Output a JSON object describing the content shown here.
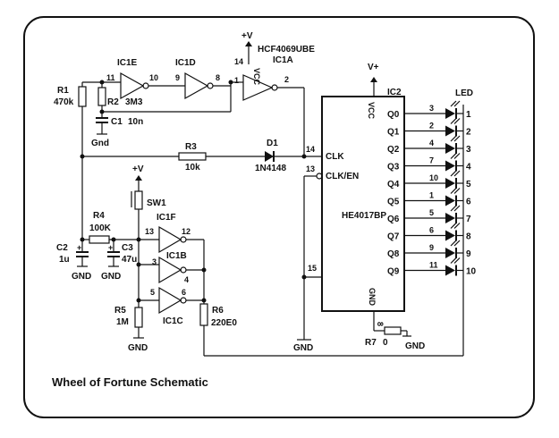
{
  "title": "Wheel of Fortune Schematic",
  "supply_plus_v": "+V",
  "supply_v_plus": "V+",
  "vcc": "VCC",
  "gnd": "GND",
  "gnd_lower": "Gnd",
  "ic1_part": "HCF4069UBE",
  "gates": {
    "ic1a": {
      "name": "IC1A",
      "in": "1",
      "out": "2",
      "vcc_pin": "14"
    },
    "ic1d": {
      "name": "IC1D",
      "in": "9",
      "out": "8"
    },
    "ic1e": {
      "name": "IC1E",
      "in": "11",
      "out": "10"
    },
    "ic1f": {
      "name": "IC1F",
      "in": "13",
      "out": "12"
    },
    "ic1b": {
      "name": "IC1B",
      "in": "3",
      "out": "4"
    },
    "ic1c": {
      "name": "IC1C",
      "in": "5",
      "out": "6"
    }
  },
  "components": {
    "r1": {
      "name": "R1",
      "value": "470k"
    },
    "r2": {
      "name": "R2",
      "value": "3M3"
    },
    "c1": {
      "name": "C1",
      "value": "10n"
    },
    "r3": {
      "name": "R3",
      "value": "10k"
    },
    "d1": {
      "name": "D1",
      "value": "1N4148"
    },
    "sw1": {
      "name": "SW1"
    },
    "r4": {
      "name": "R4",
      "value": "100K"
    },
    "c2": {
      "name": "C2",
      "value": "1u"
    },
    "c3": {
      "name": "C3",
      "value": "47u"
    },
    "r5": {
      "name": "R5",
      "value": "1M"
    },
    "r6": {
      "name": "R6",
      "value": "220E0"
    },
    "r7": {
      "name": "R7",
      "value": "0"
    }
  },
  "ic2": {
    "name": "IC2",
    "part": "HE4017BP",
    "pin_vcc": "VCC",
    "pin_clk": "CLK",
    "pin_clk_num": "14",
    "pin_clken": "CLK/EN",
    "pin_clken_num": "13",
    "pin_15": "15",
    "pin_gnd": "GND",
    "pin_8": "8",
    "outputs": [
      {
        "q": "Q0",
        "pin": "3",
        "led": "1"
      },
      {
        "q": "Q1",
        "pin": "2",
        "led": "2"
      },
      {
        "q": "Q2",
        "pin": "4",
        "led": "3"
      },
      {
        "q": "Q3",
        "pin": "7",
        "led": "4"
      },
      {
        "q": "Q4",
        "pin": "10",
        "led": "5"
      },
      {
        "q": "Q5",
        "pin": "1",
        "led": "6"
      },
      {
        "q": "Q6",
        "pin": "5",
        "led": "7"
      },
      {
        "q": "Q7",
        "pin": "6",
        "led": "8"
      },
      {
        "q": "Q8",
        "pin": "9",
        "led": "9"
      },
      {
        "q": "Q9",
        "pin": "11",
        "led": "10"
      }
    ]
  },
  "led_header": "LED"
}
